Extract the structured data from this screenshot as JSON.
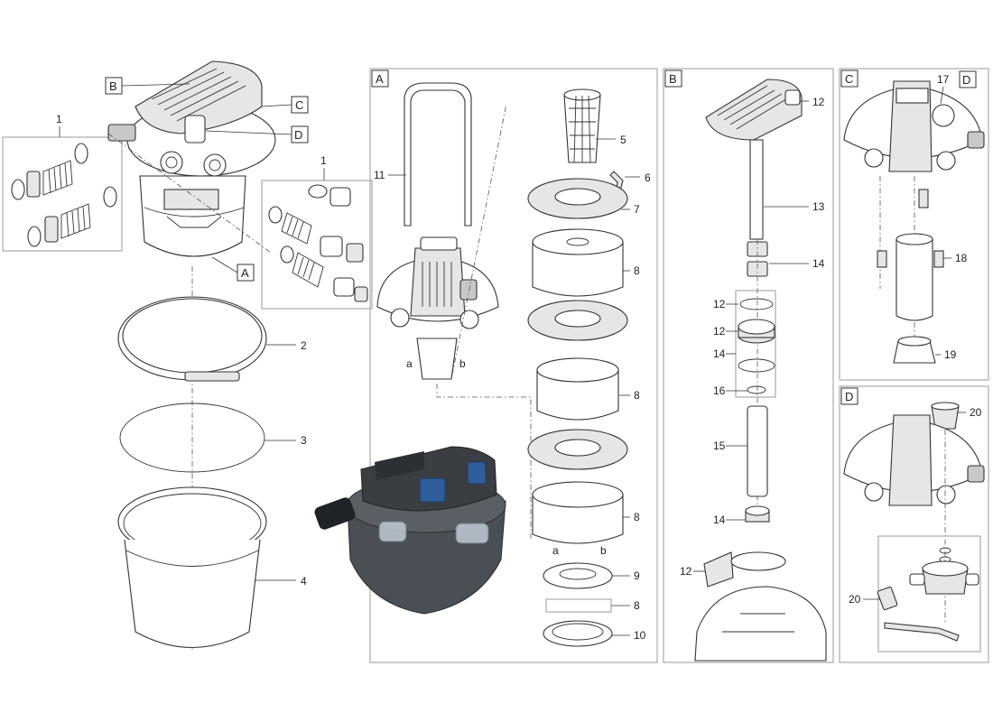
{
  "sections": {
    "A": "A",
    "B": "B",
    "C": "C",
    "D": "D"
  },
  "overview": {
    "tags": {
      "A": "A",
      "B": "B",
      "C": "C",
      "D": "D"
    },
    "callouts": {
      "hose_left": "1",
      "hose_right": "1",
      "clamp_ring": "2",
      "seal_ring": "3",
      "container": "4"
    }
  },
  "panel_a": {
    "callouts": {
      "handle": "11",
      "basket": "5",
      "clip": "6",
      "grid": "7",
      "sponge_1": "8",
      "sponge_2": "8",
      "sponge_3": "8",
      "plate": "9",
      "screws": "8",
      "base_ring": "10"
    },
    "marks": {
      "a1": "a",
      "b1": "b",
      "a2": "a",
      "b2": "b"
    }
  },
  "panel_b": {
    "callouts": {
      "lid": "12",
      "tube": "13",
      "bracket": "14",
      "oring_top": "12",
      "nut": "12",
      "group": "14",
      "seal": "16",
      "quartz": "15",
      "nut_low": "14",
      "mount": "12"
    }
  },
  "panel_c": {
    "callouts": {
      "valve": "17",
      "clips": "18",
      "rotor": "19"
    },
    "tag": "D"
  },
  "panel_d": {
    "callouts": {
      "cap": "20",
      "strap": "20"
    }
  }
}
